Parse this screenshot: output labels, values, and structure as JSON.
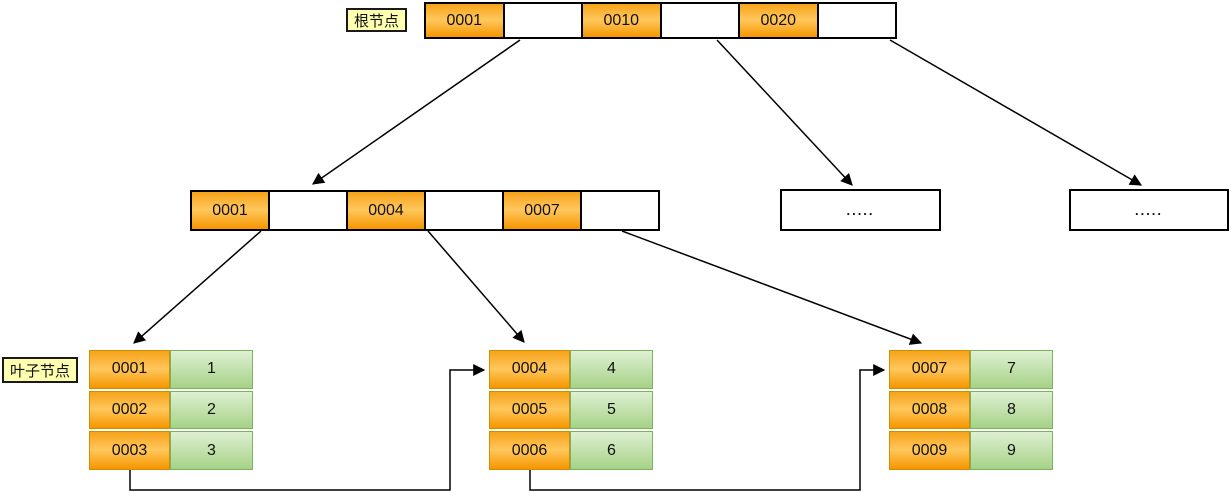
{
  "diagram": {
    "root_label": "根节点",
    "leaf_label": "叶子节点",
    "root_node": {
      "cells": [
        "0001",
        "",
        "0010",
        "",
        "0020",
        ""
      ]
    },
    "internal_node": {
      "cells": [
        "0001",
        "",
        "0004",
        "",
        "0007",
        ""
      ]
    },
    "ellipsis_nodes": [
      ".....",
      "....."
    ],
    "leaf_nodes": [
      {
        "rows": [
          {
            "key": "0001",
            "value": "1"
          },
          {
            "key": "0002",
            "value": "2"
          },
          {
            "key": "0003",
            "value": "3"
          }
        ]
      },
      {
        "rows": [
          {
            "key": "0004",
            "value": "4"
          },
          {
            "key": "0005",
            "value": "5"
          },
          {
            "key": "0006",
            "value": "6"
          }
        ]
      },
      {
        "rows": [
          {
            "key": "0007",
            "value": "7"
          },
          {
            "key": "0008",
            "value": "8"
          },
          {
            "key": "0009",
            "value": "9"
          }
        ]
      }
    ],
    "colors": {
      "line": "#000000",
      "key_gradient_top": "#f6a31a",
      "key_gradient_mid": "#ffc75c",
      "key_gradient_bottom": "#f59600",
      "key_border": "#cf8d00",
      "value_gradient_top": "#def0d2",
      "value_gradient_bottom": "#a6d287",
      "value_border": "#7fb25d",
      "label_bg": "#ffffb0"
    }
  }
}
